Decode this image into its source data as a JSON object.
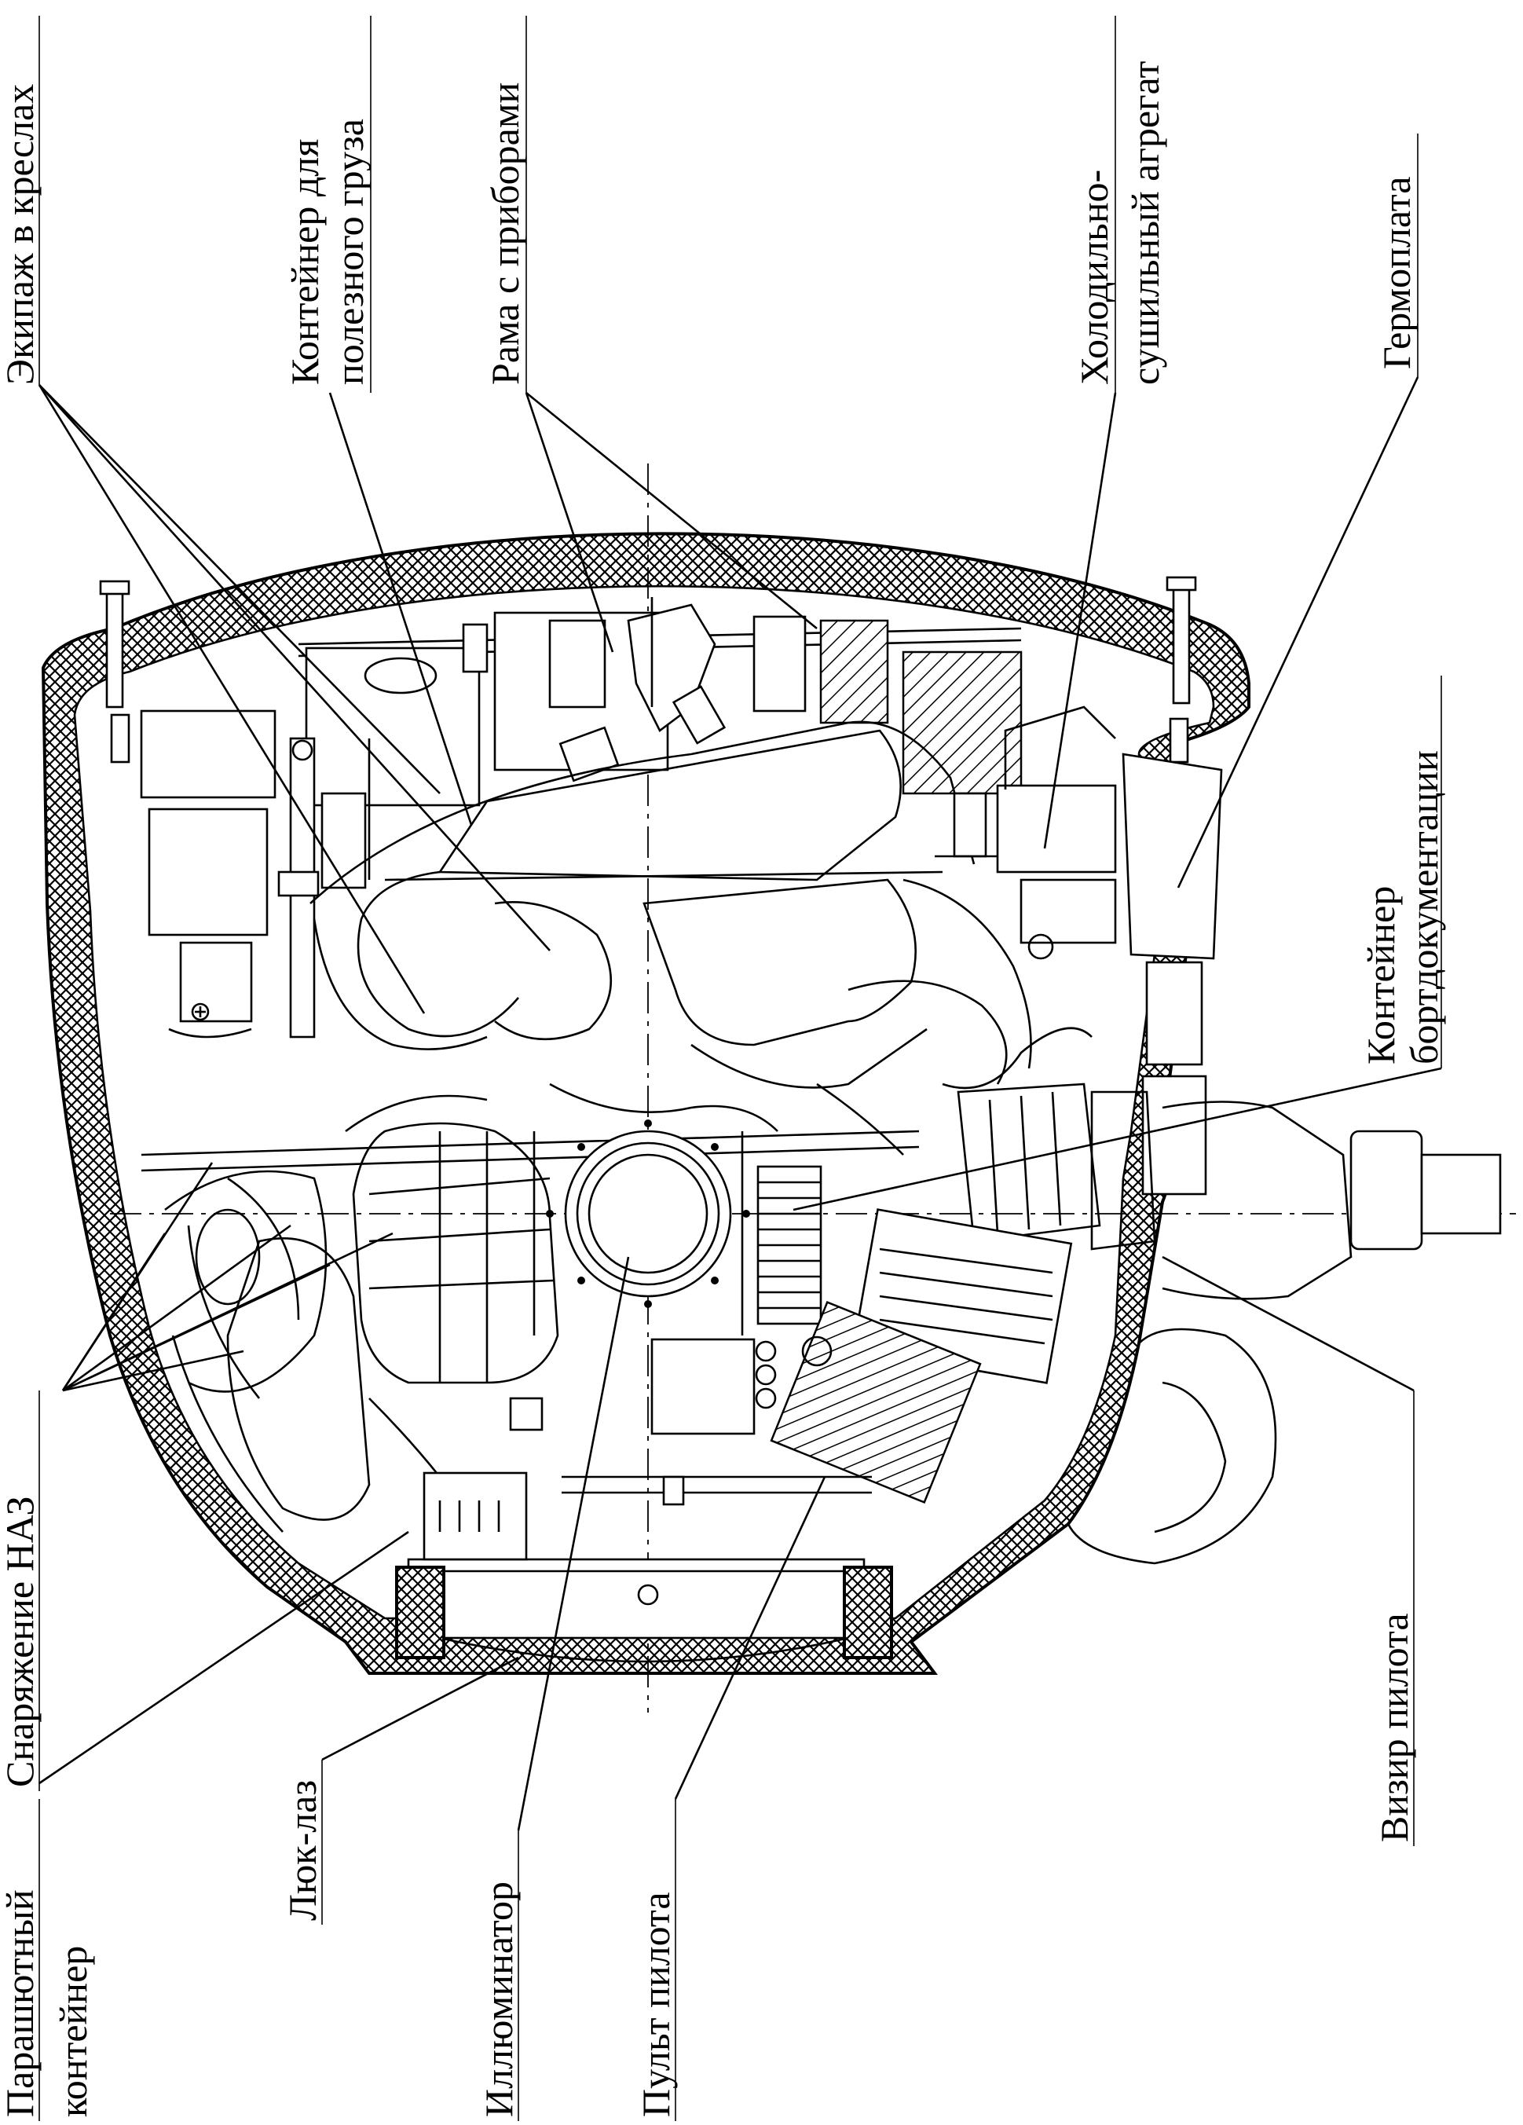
{
  "labels": {
    "crew_in_seats": "Экипаж в креслах",
    "payload_container_1": "Контейнер для",
    "payload_container_2": "полезного груза",
    "instrument_frame": "Рама с приборами",
    "cooling_drying_unit_1": "Холодильно-",
    "cooling_drying_unit_2": "сушильный агрегат",
    "hermetic_plate": "Гермоплата",
    "onboard_docs_container_1": "Контейнер",
    "onboard_docs_container_2": "бортдокументации",
    "pilot_sight": "Визир пилота",
    "naz_equipment": "Снаряжение НАЗ",
    "parachute_container_1": "Парашютный",
    "parachute_container_2": "контейнер",
    "hatch": "Люк-лаз",
    "illuminator": "Иллюминатор",
    "pilot_console": "Пульт пилота"
  }
}
